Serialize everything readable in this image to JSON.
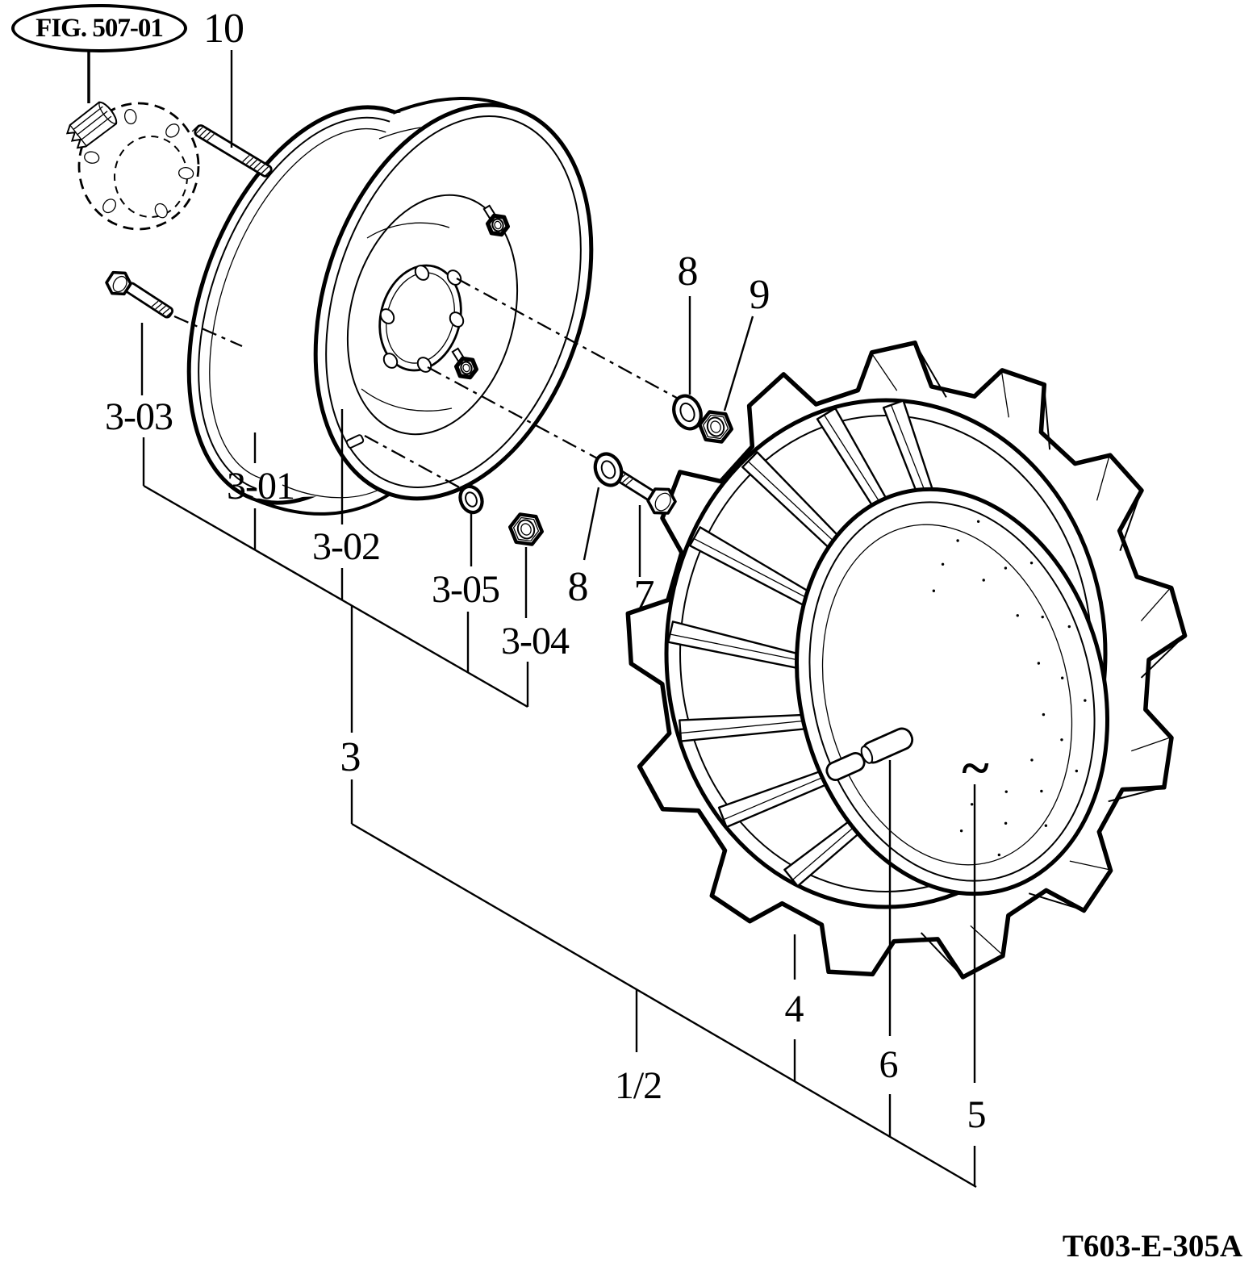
{
  "figure": {
    "badge": "FIG. 507-01",
    "code": "T603-E-305A",
    "squiggle": "~"
  },
  "callouts": {
    "n10": "10",
    "n3_03": "3-03",
    "n3_01": "3-01",
    "n3_02": "3-02",
    "n3_05": "3-05",
    "n3_04": "3-04",
    "n8a": "8",
    "n9": "9",
    "n8b": "8",
    "n7": "7",
    "n3": "3",
    "n4": "4",
    "n6": "6",
    "n5": "5",
    "n1_2": "1/2"
  }
}
